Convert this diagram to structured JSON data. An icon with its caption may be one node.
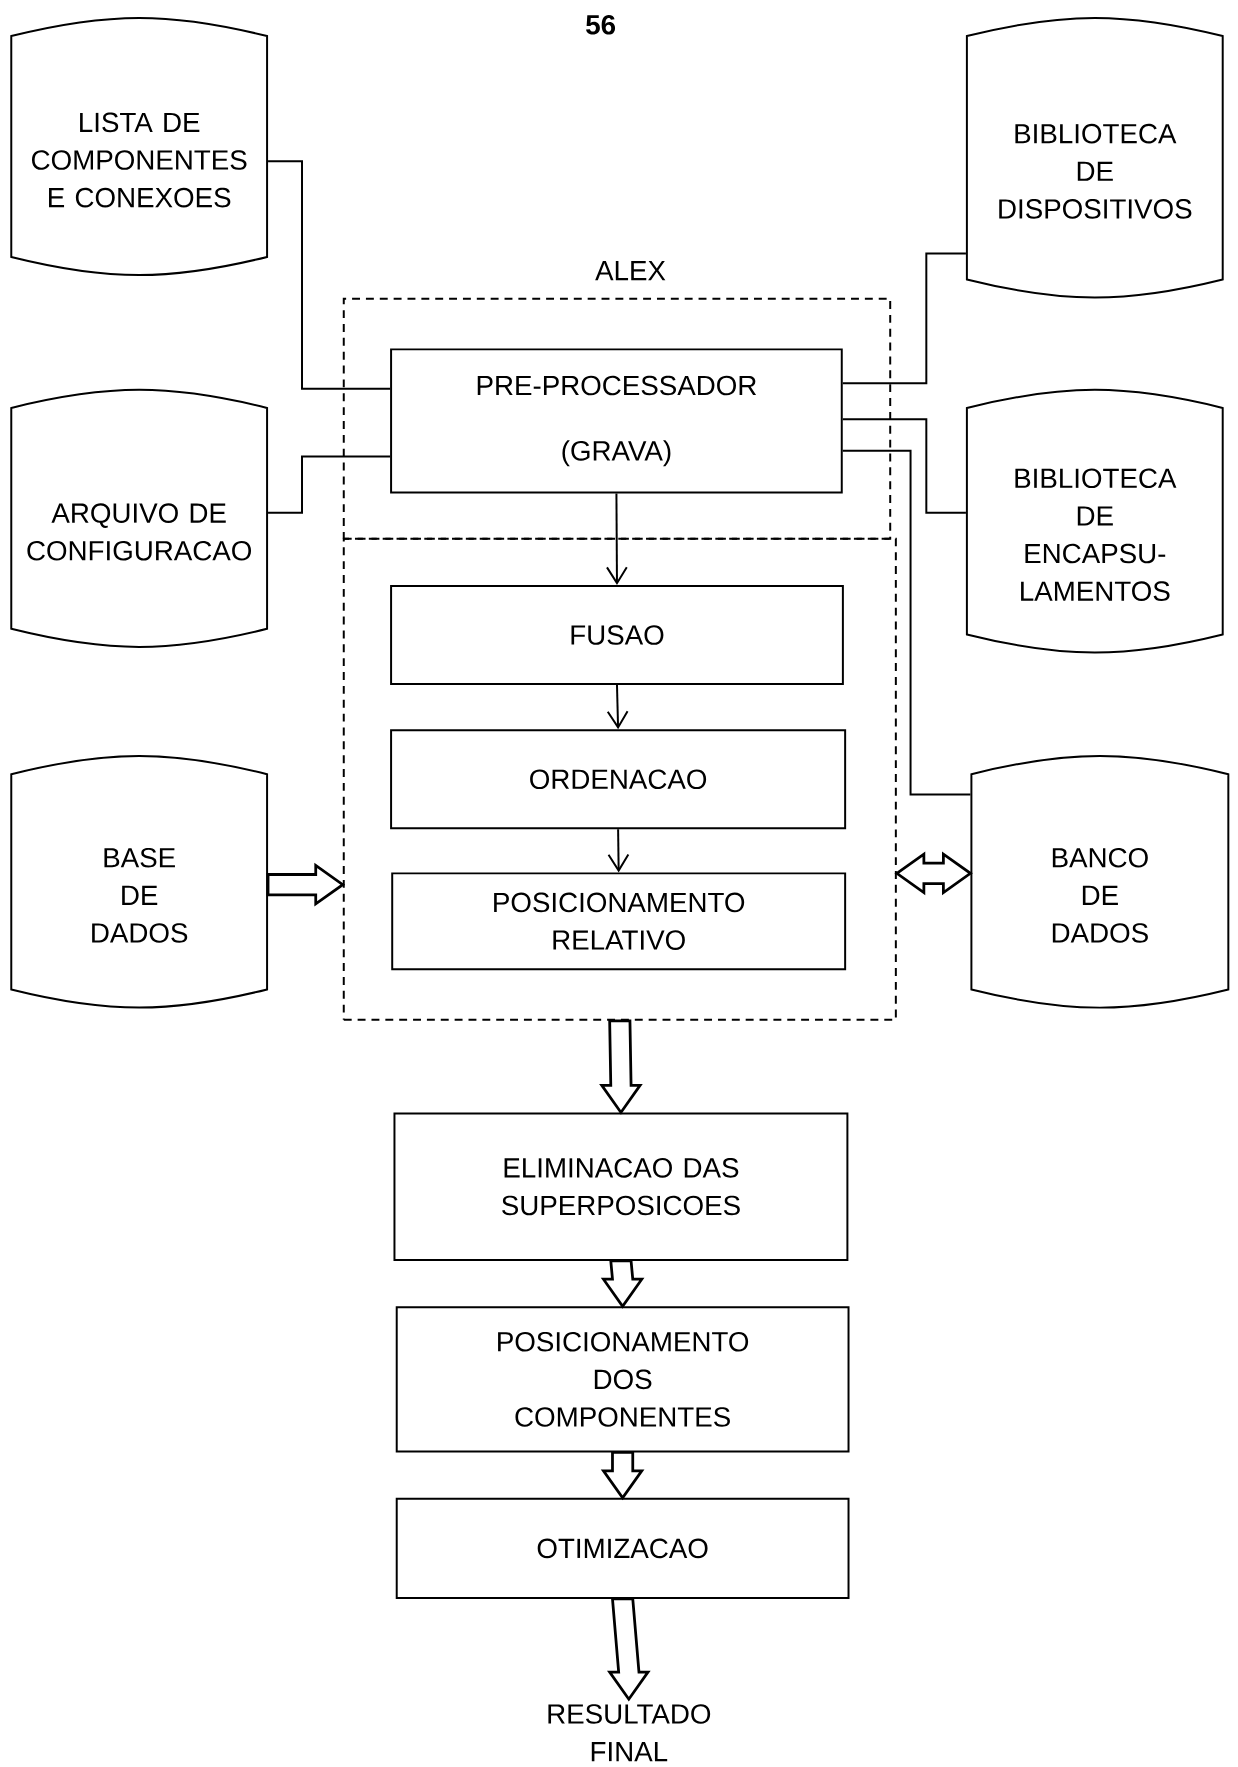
{
  "diagram": {
    "nodes": [
      {
        "text": [
          "LISTA DE COMPONENTES E CONEXOES"
        ]
      },
      {
        "text": [
          "BIBLIOTECA DE DISPOSITIVOS"
        ]
      },
      {
        "text": [
          "ALEX"
        ]
      },
      {
        "text": [
          "PRE-PROCESSADOR",
          "(GRAVA)"
        ],
        "in": 2
      },
      {
        "text": [
          "ARQUIVO DE CONFIGURACAO"
        ]
      },
      {
        "text": [
          "BIBLIOTECA DE ENCAPSU- LAMENTOS"
        ]
      },
      {
        "text": [],
        "shape": "box"
      },
      {
        "text": [
          "FUSAO"
        ],
        "in": 6
      },
      {
        "text": [
          "ORDENACAO"
        ],
        "in": 6
      },
      {
        "text": [
          "POSICIONAMENTO  RELATIVO"
        ],
        "in": 6
      },
      {
        "text": [
          "BASE DE DADOS"
        ]
      },
      {
        "text": [
          "BANCO DE DADOS"
        ]
      },
      {
        "text": [
          "ELIMINACAO DAS SUPERPOSICOES"
        ]
      },
      {
        "text": [
          "POSICIONAMENTO DOS COMPONENTES"
        ]
      },
      {
        "text": [
          "OTIMIZACAO"
        ]
      },
      {
        "text": [
          "RESULTADO FINAL"
        ]
      }
    ],
    "edges": [
      {
        "from": 0,
        "to": 3,
        "arrow": "none"
      },
      {
        "from": 3,
        "to": 1,
        "arrow": "none"
      },
      {
        "from": 4,
        "to": 3,
        "arrow": "none"
      },
      {
        "from": 3,
        "to": 5,
        "arrow": "none"
      },
      {
        "from": 3,
        "to": 11,
        "arrow": "none"
      },
      {
        "from": 3,
        "to": 7,
        "arrow": "to"
      },
      {
        "from": 7,
        "to": 8,
        "arrow": "to"
      },
      {
        "from": 8,
        "to": 9,
        "arrow": "to"
      },
      {
        "from": 10,
        "to": 6,
        "arrow": "to",
        "style": "thick"
      },
      {
        "from": 6,
        "to": 11,
        "arrow": "both",
        "style": "thick"
      },
      {
        "from": 6,
        "to": 12,
        "arrow": "to",
        "style": "thick"
      },
      {
        "from": 12,
        "to": 13,
        "arrow": "to",
        "style": "thick"
      },
      {
        "from": 13,
        "to": 14,
        "arrow": "to",
        "style": "thick"
      },
      {
        "from": 14,
        "to": 15,
        "arrow": "to",
        "style": "thick"
      }
    ],
    "labels": [
      "56"
    ]
  }
}
